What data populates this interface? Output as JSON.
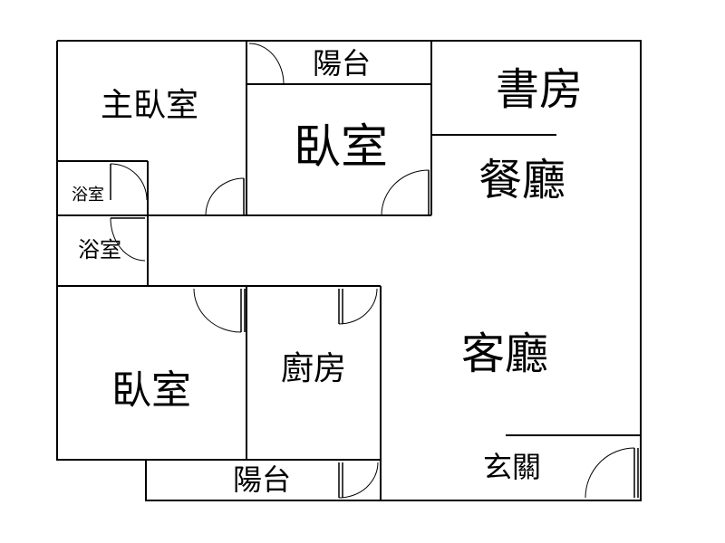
{
  "rooms": {
    "master_bedroom": "主臥室",
    "balcony_top": "陽台",
    "bedroom_top": "臥室",
    "study": "書房",
    "dining": "餐廳",
    "bath_1": "浴室",
    "bath_2": "浴室",
    "bedroom_bottom": "臥室",
    "kitchen": "廚房",
    "living": "客廳",
    "balcony_bottom": "陽台",
    "entrance": "玄關"
  },
  "colors": {
    "line": "#000000",
    "background": "#ffffff"
  }
}
